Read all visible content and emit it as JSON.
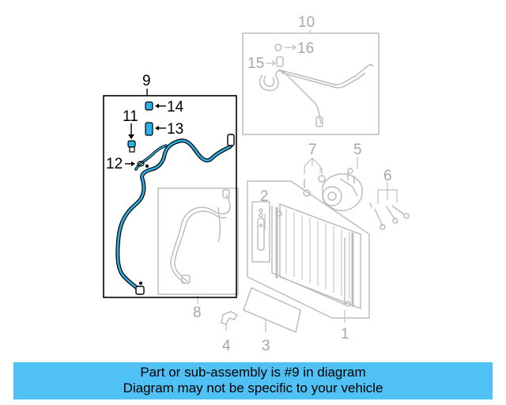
{
  "diagram": {
    "callouts": [
      "1",
      "2",
      "3",
      "4",
      "5",
      "6",
      "7",
      "8",
      "9",
      "10",
      "11",
      "12",
      "13",
      "14",
      "15",
      "16"
    ],
    "highlighted_part": "9",
    "colors": {
      "active_line": "#000000",
      "muted_line": "#bdbdbd",
      "highlight": "#2bb0e8",
      "banner": "#4fc1f4"
    }
  },
  "banner": {
    "line1": "Part or sub-assembly is #9 in diagram",
    "line2": "Diagram may not be specific to your vehicle"
  }
}
